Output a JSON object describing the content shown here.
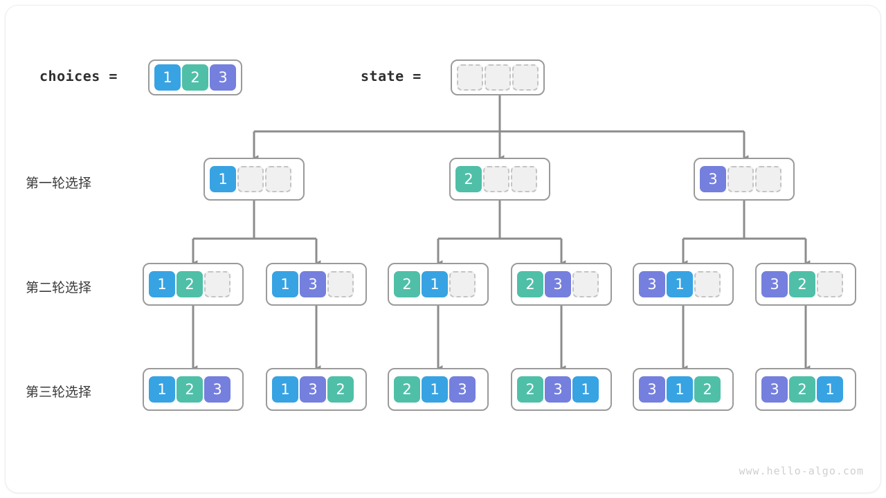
{
  "diagram": {
    "title": "permutation backtracking tree",
    "watermark": "www.hello-algo.com",
    "colors": {
      "value_1": "#37a3e3",
      "value_2": "#4fbfa8",
      "value_3": "#757fdd",
      "empty_cell": "#f0f0f0",
      "empty_border": "#c4c4c4",
      "array_border": "#9a9a9a",
      "connector": "#8c8c8c",
      "card_border": "#ececec"
    },
    "header": {
      "choices_label": "choices =",
      "choices_cells": [
        "1",
        "2",
        "3"
      ],
      "state_label": "state =",
      "state_cells": [
        "",
        "",
        ""
      ]
    },
    "rows": [
      {
        "label": "第一轮选择",
        "nodes": [
          {
            "cells": [
              "1",
              "",
              ""
            ]
          },
          {
            "cells": [
              "2",
              "",
              ""
            ]
          },
          {
            "cells": [
              "3",
              "",
              ""
            ]
          }
        ]
      },
      {
        "label": "第二轮选择",
        "nodes": [
          {
            "cells": [
              "1",
              "2",
              ""
            ]
          },
          {
            "cells": [
              "1",
              "3",
              ""
            ]
          },
          {
            "cells": [
              "2",
              "1",
              ""
            ]
          },
          {
            "cells": [
              "2",
              "3",
              ""
            ]
          },
          {
            "cells": [
              "3",
              "1",
              ""
            ]
          },
          {
            "cells": [
              "3",
              "2",
              ""
            ]
          }
        ]
      },
      {
        "label": "第三轮选择",
        "nodes": [
          {
            "cells": [
              "1",
              "2",
              "3"
            ]
          },
          {
            "cells": [
              "1",
              "3",
              "2"
            ]
          },
          {
            "cells": [
              "2",
              "1",
              "3"
            ]
          },
          {
            "cells": [
              "2",
              "3",
              "1"
            ]
          },
          {
            "cells": [
              "3",
              "1",
              "2"
            ]
          },
          {
            "cells": [
              "3",
              "2",
              "1"
            ]
          }
        ]
      }
    ]
  }
}
